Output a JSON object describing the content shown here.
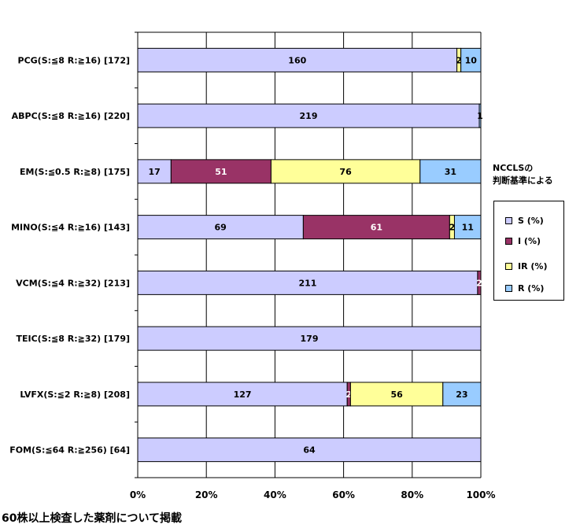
{
  "note": "60株以上検査した薬剤について掲載",
  "legend": {
    "title_line1": "NCCLSの",
    "title_line2": "判断基準による",
    "items": [
      {
        "label": "S (%)",
        "color": "#ccccff"
      },
      {
        "label": "I (%)",
        "color": "#993366"
      },
      {
        "label": "IR (%)",
        "color": "#ffff99"
      },
      {
        "label": "R (%)",
        "color": "#99ccff"
      }
    ]
  },
  "chart_data": {
    "type": "bar",
    "orientation": "horizontal",
    "stacked": "percent",
    "categories": [
      "PCG(S:≦8 R:≧16) [172]",
      "ABPC(S:≦8 R:≧16) [220]",
      "EM(S:≦0.5 R:≧8) [175]",
      "MINO(S:≦4 R:≧16) [143]",
      "VCM(S:≦4 R:≧32) [213]",
      "TEIC(S:≦8 R:≧32) [179]",
      "LVFX(S:≦2 R:≧8) [208]",
      "FOM(S:≦64 R:≧256) [64]"
    ],
    "series": [
      {
        "name": "S (%)",
        "color": "#ccccff",
        "values": [
          160,
          219,
          17,
          69,
          211,
          179,
          127,
          64
        ]
      },
      {
        "name": "I (%)",
        "color": "#993366",
        "values": [
          0,
          0,
          51,
          61,
          2,
          0,
          2,
          0
        ]
      },
      {
        "name": "IR (%)",
        "color": "#ffff99",
        "values": [
          2,
          0,
          76,
          2,
          0,
          0,
          56,
          0
        ]
      },
      {
        "name": "R (%)",
        "color": "#99ccff",
        "values": [
          10,
          1,
          31,
          11,
          0,
          0,
          23,
          0
        ]
      }
    ],
    "xticks": [
      "0%",
      "20%",
      "40%",
      "60%",
      "80%",
      "100%"
    ],
    "xlim": [
      0,
      100
    ],
    "grid": true,
    "legend_position": "right"
  }
}
